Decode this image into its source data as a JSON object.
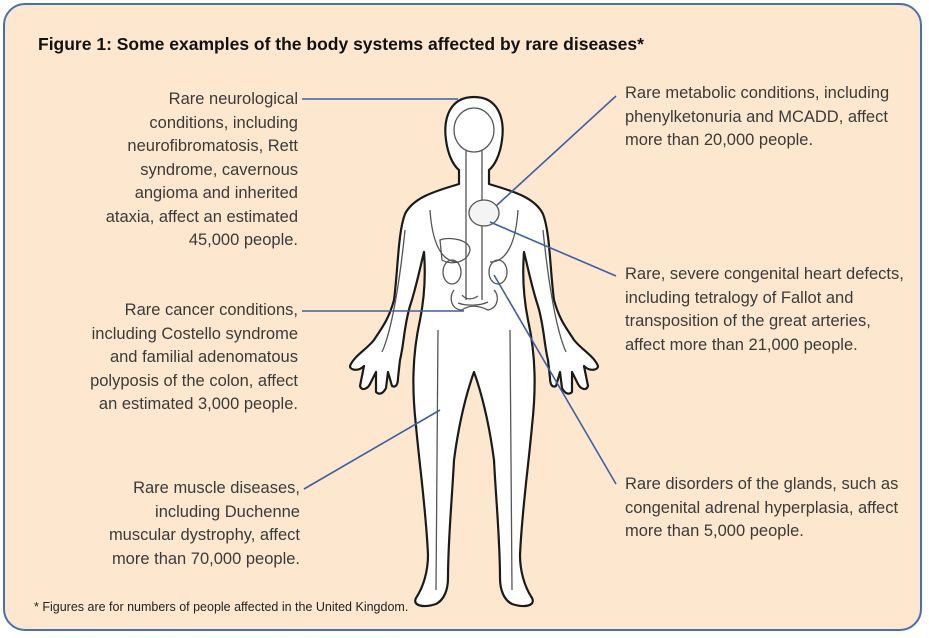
{
  "title": "Figure 1: Some examples of the body systems affected by rare diseases*",
  "captions": {
    "neurological": "Rare neurological conditions, including neurofibromatosis, Rett syndrome, cavernous angioma and inherited ataxia, affect an estimated 45,000 people.",
    "cancer": "Rare cancer conditions, including Costello syndrome and familial adenomatous polyposis of the colon, affect an estimated 3,000 people.",
    "muscle": "Rare muscle diseases, including Duchenne muscular dystrophy, affect more than 70,000 people.",
    "metabolic": "Rare metabolic conditions, including phenylketonuria and MCADD, affect more than 20,000 people.",
    "heart": "Rare, severe congenital heart defects, including tetralogy of Fallot and transposition of the great arteries, affect more than 21,000 people.",
    "glands": "Rare disorders of the glands, such as congenital adrenal hyperplasia, affect more than 5,000 people."
  },
  "footnote": "* Figures are for numbers of people affected in the United Kingdom.",
  "colors": {
    "panel_bg": "#fde8cf",
    "border": "#4a6fae",
    "leader": "#3f5fa3",
    "body_fill": "#ffffff",
    "outline": "#1a1a1a"
  }
}
